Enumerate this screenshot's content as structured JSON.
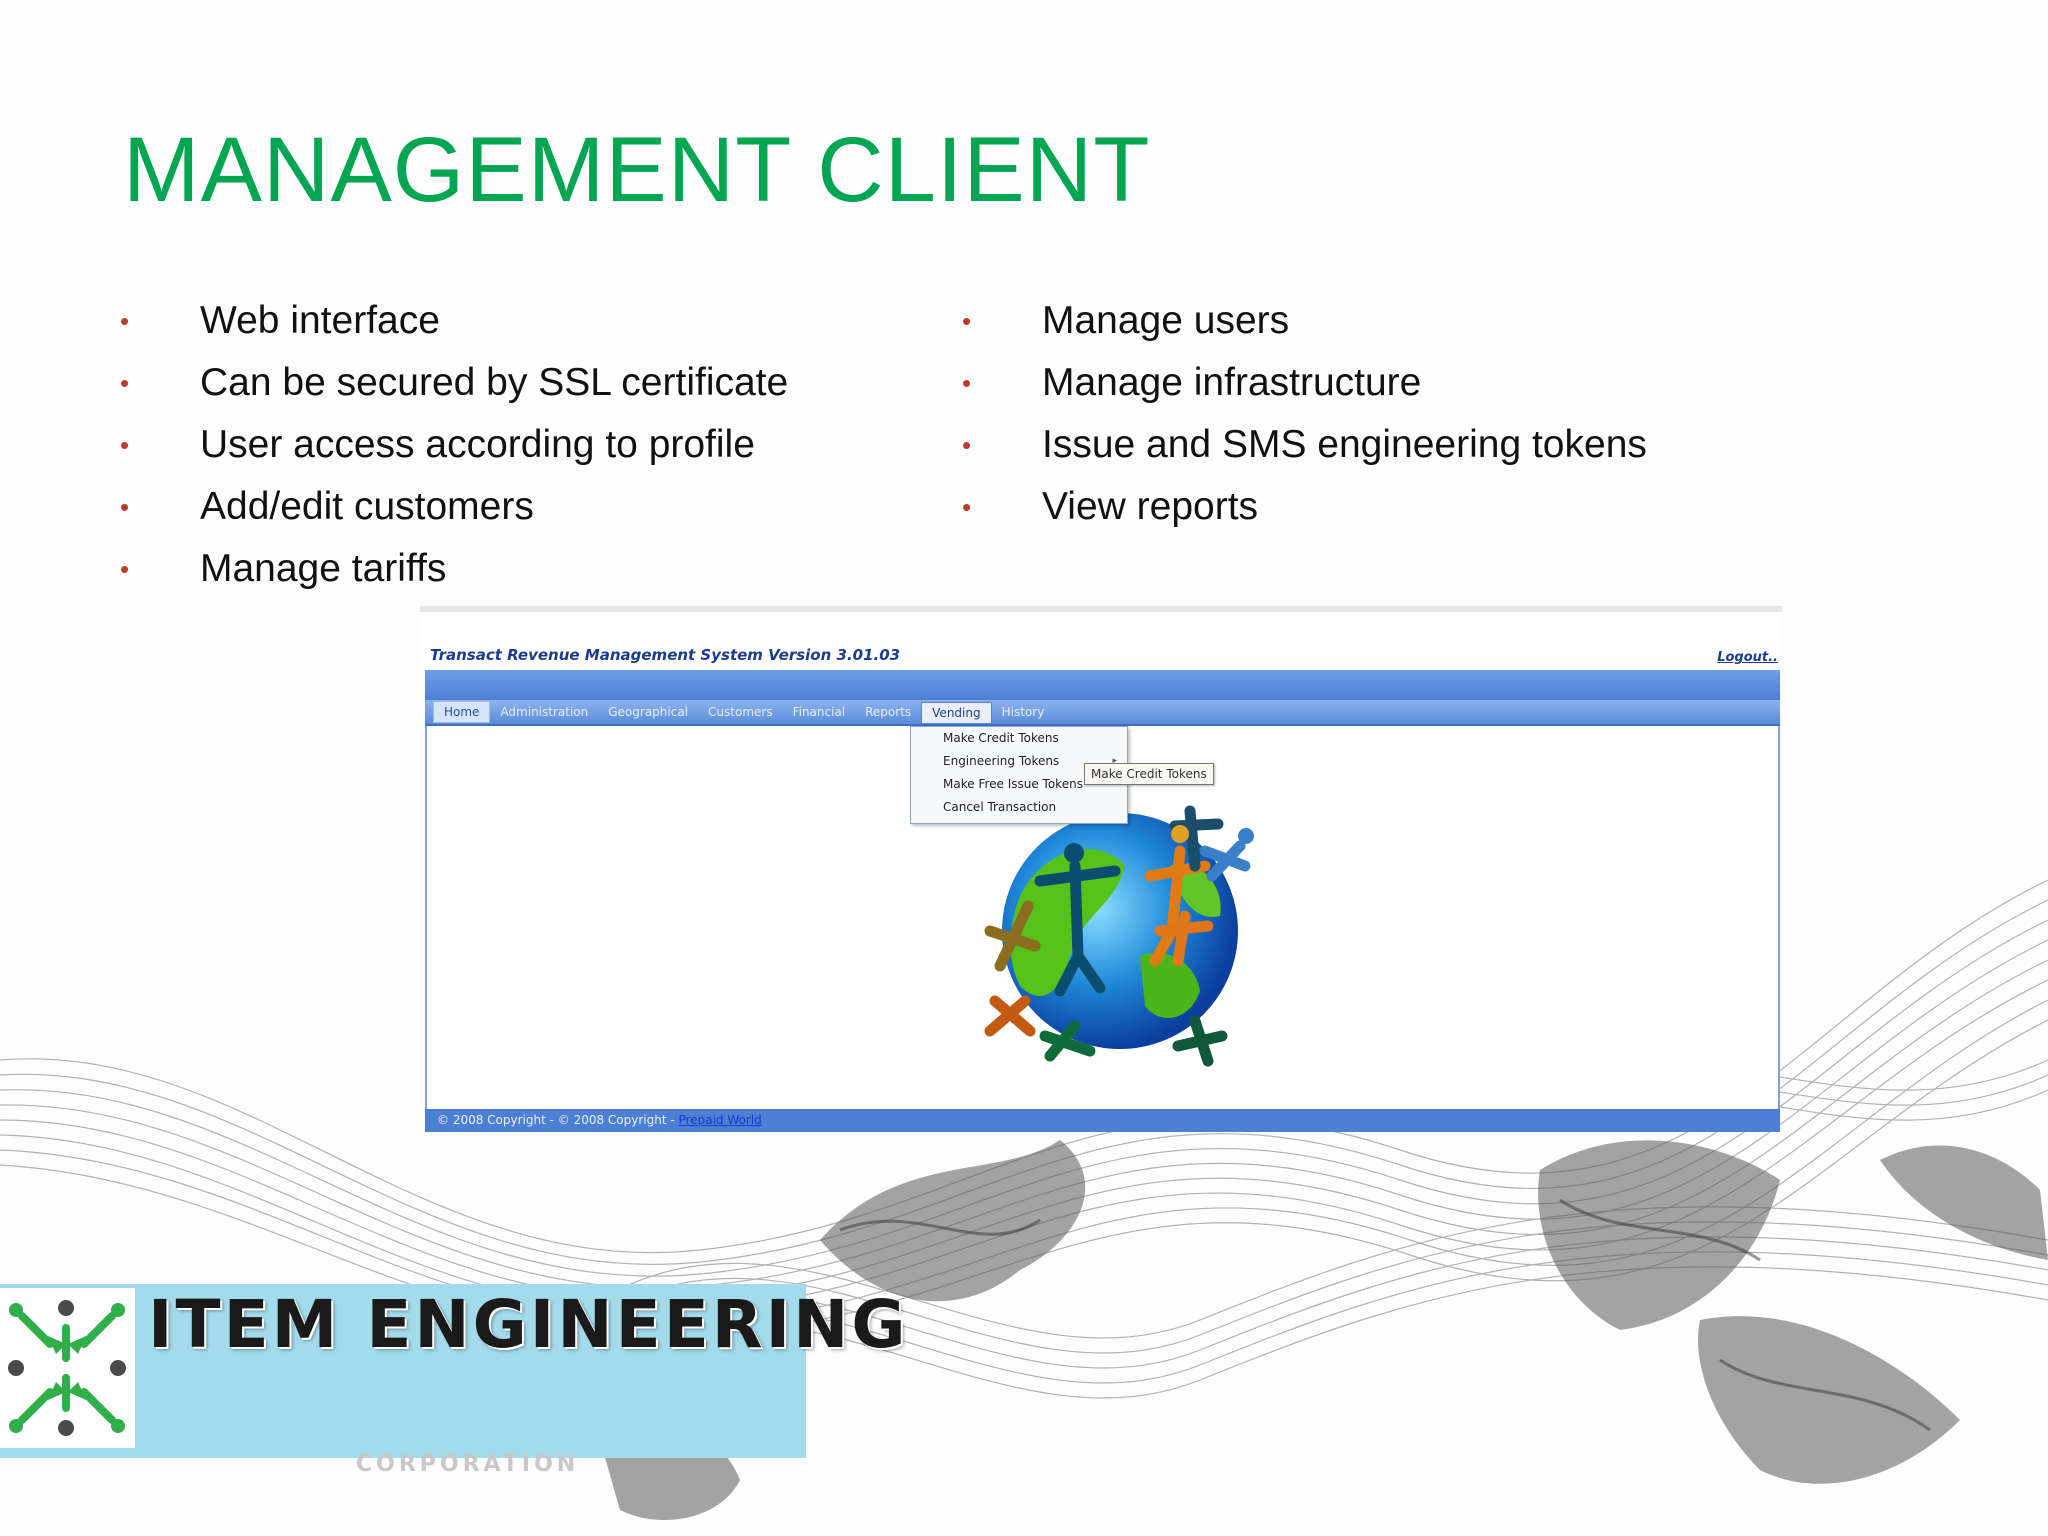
{
  "slide": {
    "title": "MANAGEMENT CLIENT",
    "bullets_left": [
      "Web interface",
      "Can be secured by SSL certificate",
      "User access according to profile",
      "Add/edit customers",
      "Manage tariffs"
    ],
    "bullets_right": [
      "Manage users",
      "Manage infrastructure",
      "Issue and SMS engineering tokens",
      "View reports"
    ],
    "bullet_symbol": "•"
  },
  "app": {
    "title": "Transact Revenue Management System Version 3.01.03",
    "logout": "Logout..",
    "nav": [
      "Home",
      "Administration",
      "Geographical",
      "Customers",
      "Financial",
      "Reports",
      "Vending",
      "History"
    ],
    "active_nav": "Vending",
    "vending_menu": [
      "Make Credit Tokens",
      "Engineering Tokens",
      "Make Free Issue Tokens",
      "Cancel Transaction"
    ],
    "submenu_arrow": "▸",
    "tooltip": "Make Credit Tokens",
    "footer_text": "© 2008 Copyright - © 2008 Copyright -",
    "footer_link": "Prepaid World"
  },
  "logo": {
    "name": "ITEM ENGINEERING",
    "sub": "CORPORATION"
  },
  "colors": {
    "title": "#00a651",
    "bullet": "#c0392b",
    "app_bar": "#4d7fd2",
    "logo_bg": "#a3dbeb"
  }
}
